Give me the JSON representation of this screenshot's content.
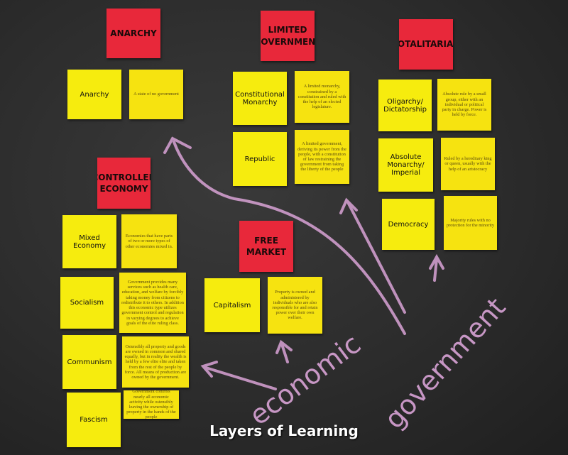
{
  "categories": {
    "anarchy": "ANARCHY",
    "limited": "LIMITED GOVERNMENT",
    "totalitarian": "TOTALITARIAN",
    "controlled": "CONTROLLED ECONOMY",
    "free": "FREE MARKET"
  },
  "terms": {
    "anarchy": {
      "term": "Anarchy",
      "def": "A state of no government"
    },
    "constitutional": {
      "term": "Constitutional Monarchy",
      "def": "A limited monarchy, constrained by a constitution and ruled with the help of an elected legislature."
    },
    "republic": {
      "term": "Republic",
      "def": "A limited government, deriving its power from the people, with a constitution of law restraining the government from taking the liberty of the people"
    },
    "oligarchy": {
      "term": "Oligarchy/ Dictatorship",
      "def": "Absolute rule by a small group, either with an individual or political party in charge. Power is held by force."
    },
    "absolute": {
      "term": "Absolute Monarchy/ Imperial",
      "def": "Ruled by a hereditary king or queen, usually with the help of an aristocracy"
    },
    "democracy": {
      "term": "Democracy",
      "def": "Majority rules with no protection for the minority"
    },
    "mixed": {
      "term": "Mixed Economy",
      "def": "Economies that have parts of two or more types of other economies mixed in."
    },
    "socialism": {
      "term": "Socialism",
      "def": "Government provides many services such as health care, education, and welfare by forcibly taking money from citizens to redistribute it to others. In addition this economic type utilizes government control and regulation in varying degrees to achieve goals of the elite ruling class."
    },
    "communism": {
      "term": "Communism",
      "def": "Ostensibly all property and goods are owned in common and shared equally, but in reality the wealth is held by a few elite elite and taken from the rest of the people by force. All means of production are owned by the government."
    },
    "fascism": {
      "term": "Fascism",
      "def": "Government controls nearly all economic activity while ostensibly leaving the ownership of property in the hands of the people"
    },
    "capitalism": {
      "term": "Capitalism",
      "def": "Property is owned and administered by individuals who are also responsible for and retain power over their own welfare."
    }
  },
  "chalk": {
    "economic": "economic",
    "government": "government"
  },
  "watermark": "Layers of Learning"
}
